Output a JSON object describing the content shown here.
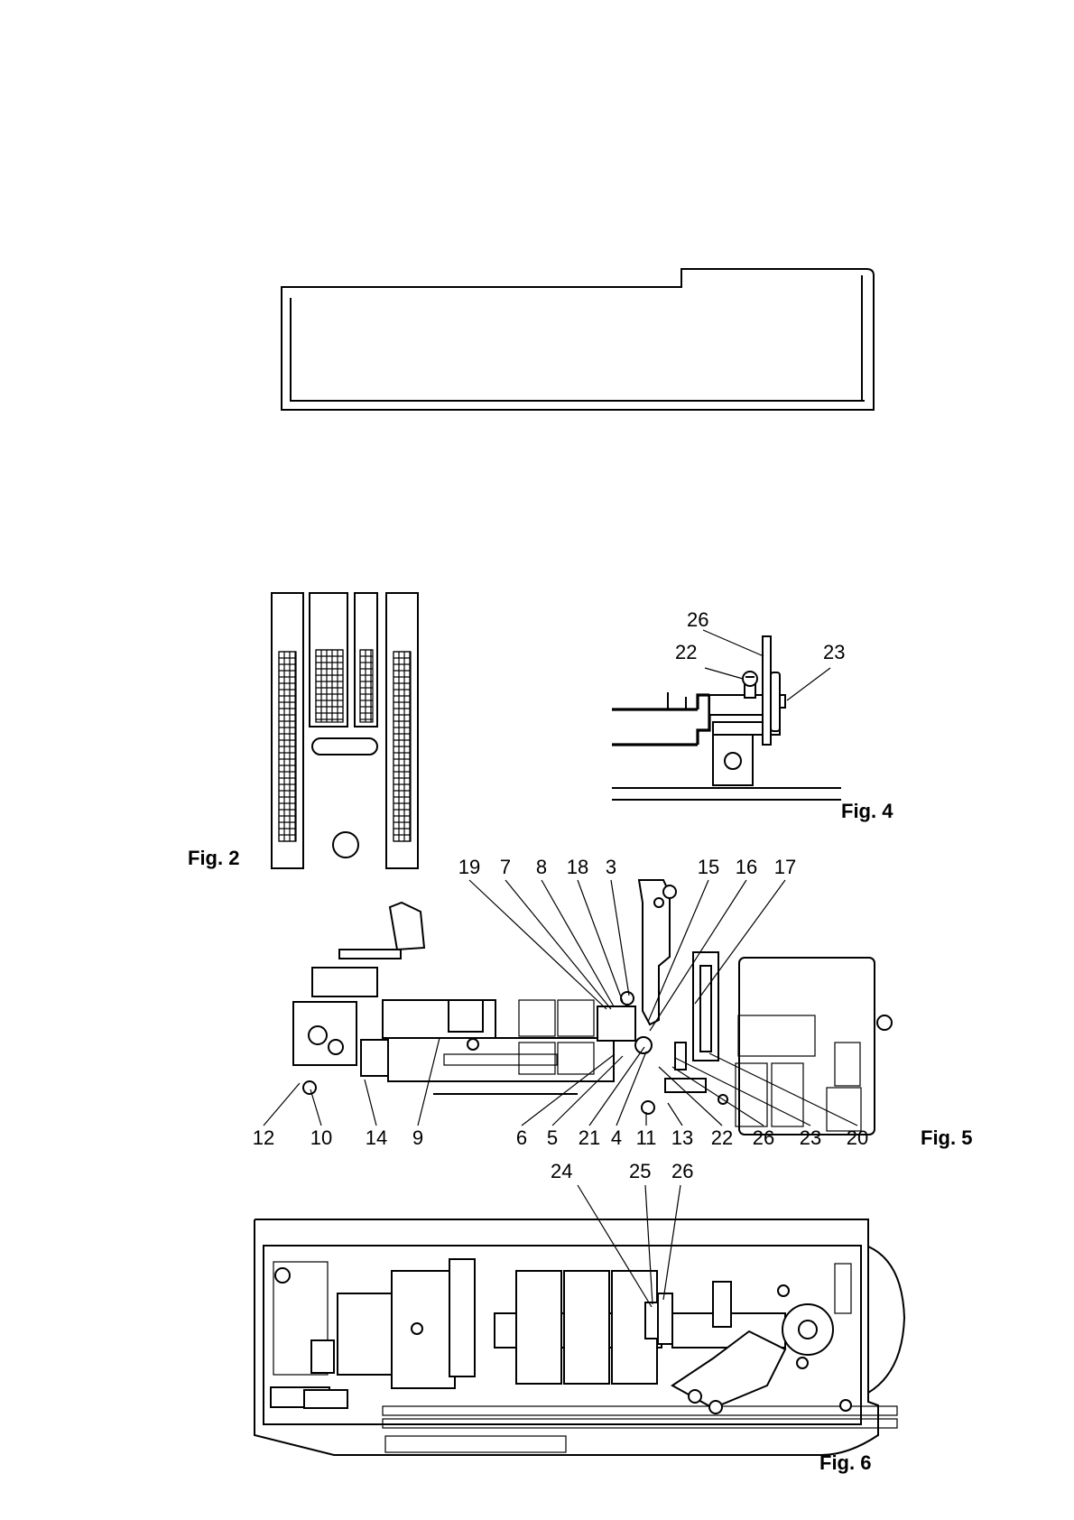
{
  "figures": {
    "fig2": {
      "caption": "Fig. 2"
    },
    "fig4": {
      "caption": "Fig. 4",
      "callouts": [
        "26",
        "22",
        "23"
      ]
    },
    "fig5": {
      "caption": "Fig. 5",
      "top_callouts": [
        "19",
        "7",
        "8",
        "18",
        "3",
        "15",
        "16",
        "17"
      ],
      "bottom_callouts": [
        "12",
        "10",
        "14",
        "9",
        "6",
        "5",
        "21",
        "4",
        "11",
        "13",
        "22",
        "26",
        "23",
        "20"
      ]
    },
    "fig6": {
      "caption": "Fig. 6",
      "callouts": [
        "24",
        "25",
        "26"
      ]
    }
  }
}
